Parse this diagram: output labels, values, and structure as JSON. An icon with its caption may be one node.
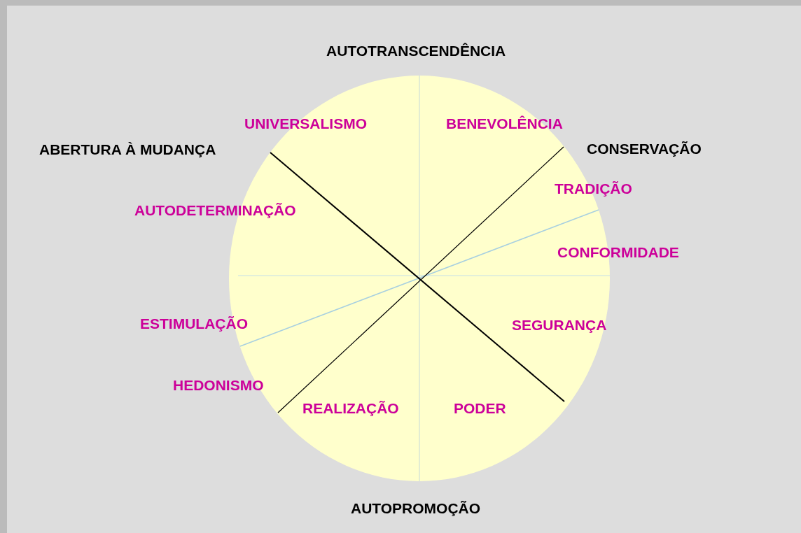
{
  "diagram": {
    "labels": [
      "AUTOTRANSCENDÊNCIA",
      "UNIVERSALISMO",
      "BENEVOLÊNCIA",
      "ABERTURA À MUDANÇA",
      "CONSERVAÇÃO",
      "TRADIÇÃO",
      "AUTODETERMINAÇÃO",
      "CONFORMIDADE",
      "ESTIMULAÇÃO",
      "SEGURANÇA",
      "HEDONISMO",
      "REALIZAÇÃO",
      "PODER",
      "AUTOPROMOÇÃO"
    ]
  }
}
